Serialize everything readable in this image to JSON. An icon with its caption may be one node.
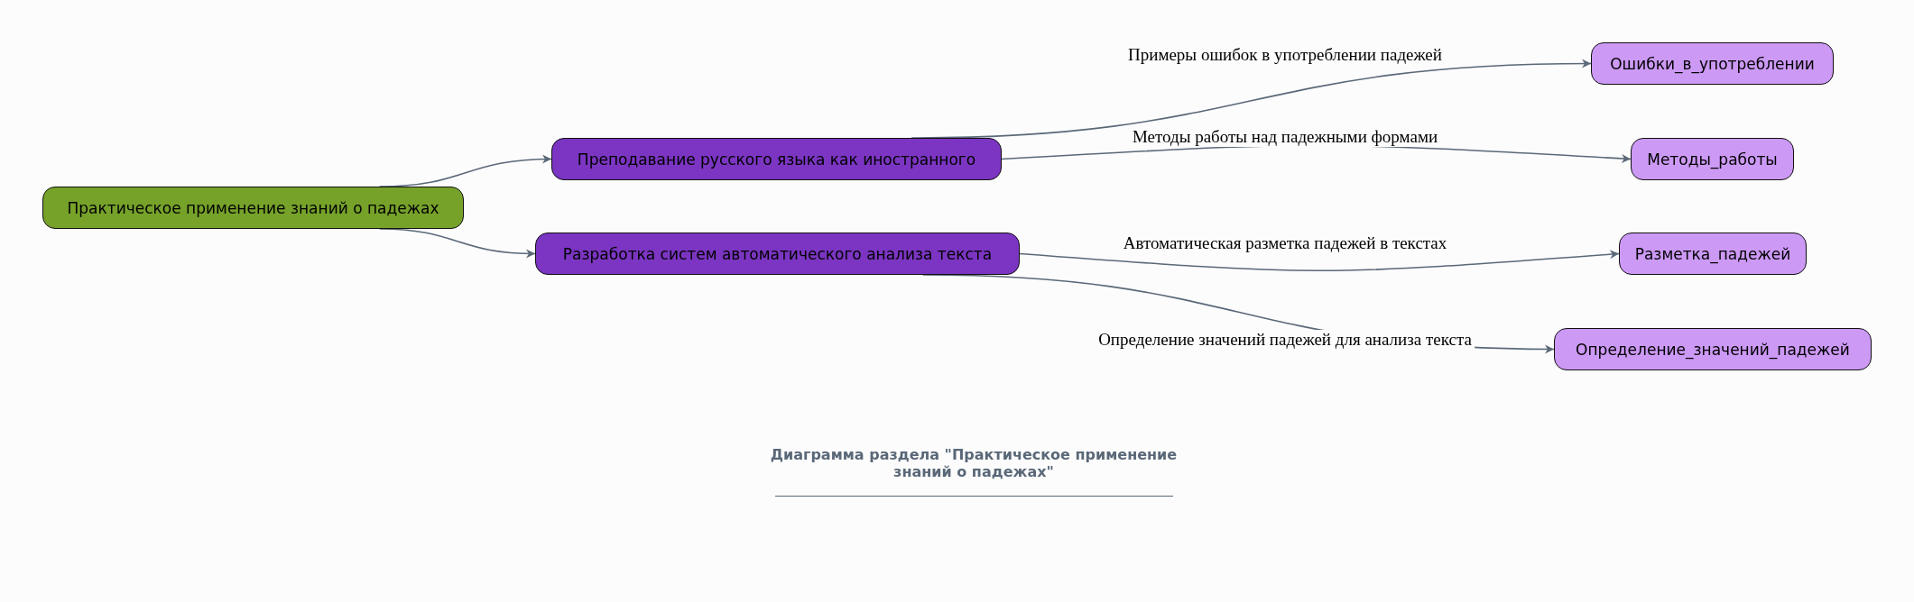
{
  "diagram": {
    "caption": "Диаграмма раздела \"Практическое применение знаний о падежах\"",
    "nodes": [
      {
        "text": [
          "Практическое применение знаний о падежах"
        ]
      },
      {
        "text": [
          "Преподавание русского языка как иностранного"
        ]
      },
      {
        "text": [
          "Разработка систем автоматического анализа текста"
        ]
      },
      {
        "text": [
          "Ошибки_в_употреблении"
        ]
      },
      {
        "text": [
          "Методы_работы"
        ]
      },
      {
        "text": [
          "Разметка_падежей"
        ]
      },
      {
        "text": [
          "Определение_значений_падежей"
        ]
      }
    ],
    "edges": [
      {
        "from": 0,
        "to": 1,
        "arrow": "to"
      },
      {
        "from": 0,
        "to": 2,
        "arrow": "to"
      },
      {
        "from": 1,
        "to": 3,
        "arrow": "to",
        "label": "Примеры ошибок в употреблении падежей"
      },
      {
        "from": 1,
        "to": 4,
        "arrow": "to",
        "label": "Методы работы над падежными формами"
      },
      {
        "from": 2,
        "to": 5,
        "arrow": "to",
        "label": "Автоматическая разметка падежей в текстах"
      },
      {
        "from": 2,
        "to": 6,
        "arrow": "to",
        "label": "Определение значений падежей для анализа текста"
      }
    ]
  }
}
